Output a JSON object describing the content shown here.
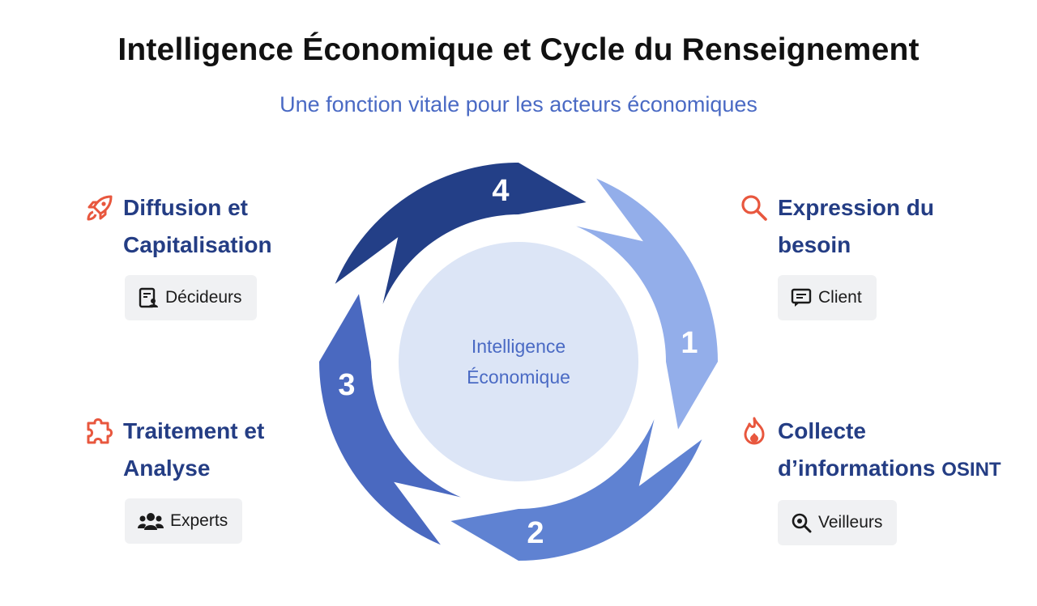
{
  "title": "Intelligence Économique et Cycle du Renseignement",
  "subtitle": "Une fonction vitale pour les acteurs économiques",
  "center": {
    "line1": "Intelligence",
    "line2": "Économique"
  },
  "colors": {
    "segment_1": "#93aeea",
    "segment_2": "#5f82d2",
    "segment_3": "#4a69c0",
    "segment_4": "#233f87",
    "center_fill": "#dce5f6",
    "accent_icon": "#e8573e",
    "label": "#243d84"
  },
  "steps": [
    {
      "number": "1",
      "label_line1": "Expression du",
      "label_line2": "besoin",
      "label_suffix": "",
      "icon": "search-icon",
      "actor": "Client",
      "actor_icon": "message-icon"
    },
    {
      "number": "2",
      "label_line1": "Collecte",
      "label_line2": "d’informations",
      "label_suffix": "OSINT",
      "icon": "fire-icon",
      "actor": "Veilleurs",
      "actor_icon": "zoom-icon"
    },
    {
      "number": "3",
      "label_line1": "Traitement et",
      "label_line2": "Analyse",
      "label_suffix": "",
      "icon": "puzzle-icon",
      "actor": "Experts",
      "actor_icon": "people-icon"
    },
    {
      "number": "4",
      "label_line1": "Diffusion et",
      "label_line2": "Capitalisation",
      "label_suffix": "",
      "icon": "rocket-icon",
      "actor": "Décideurs",
      "actor_icon": "report-icon"
    }
  ]
}
